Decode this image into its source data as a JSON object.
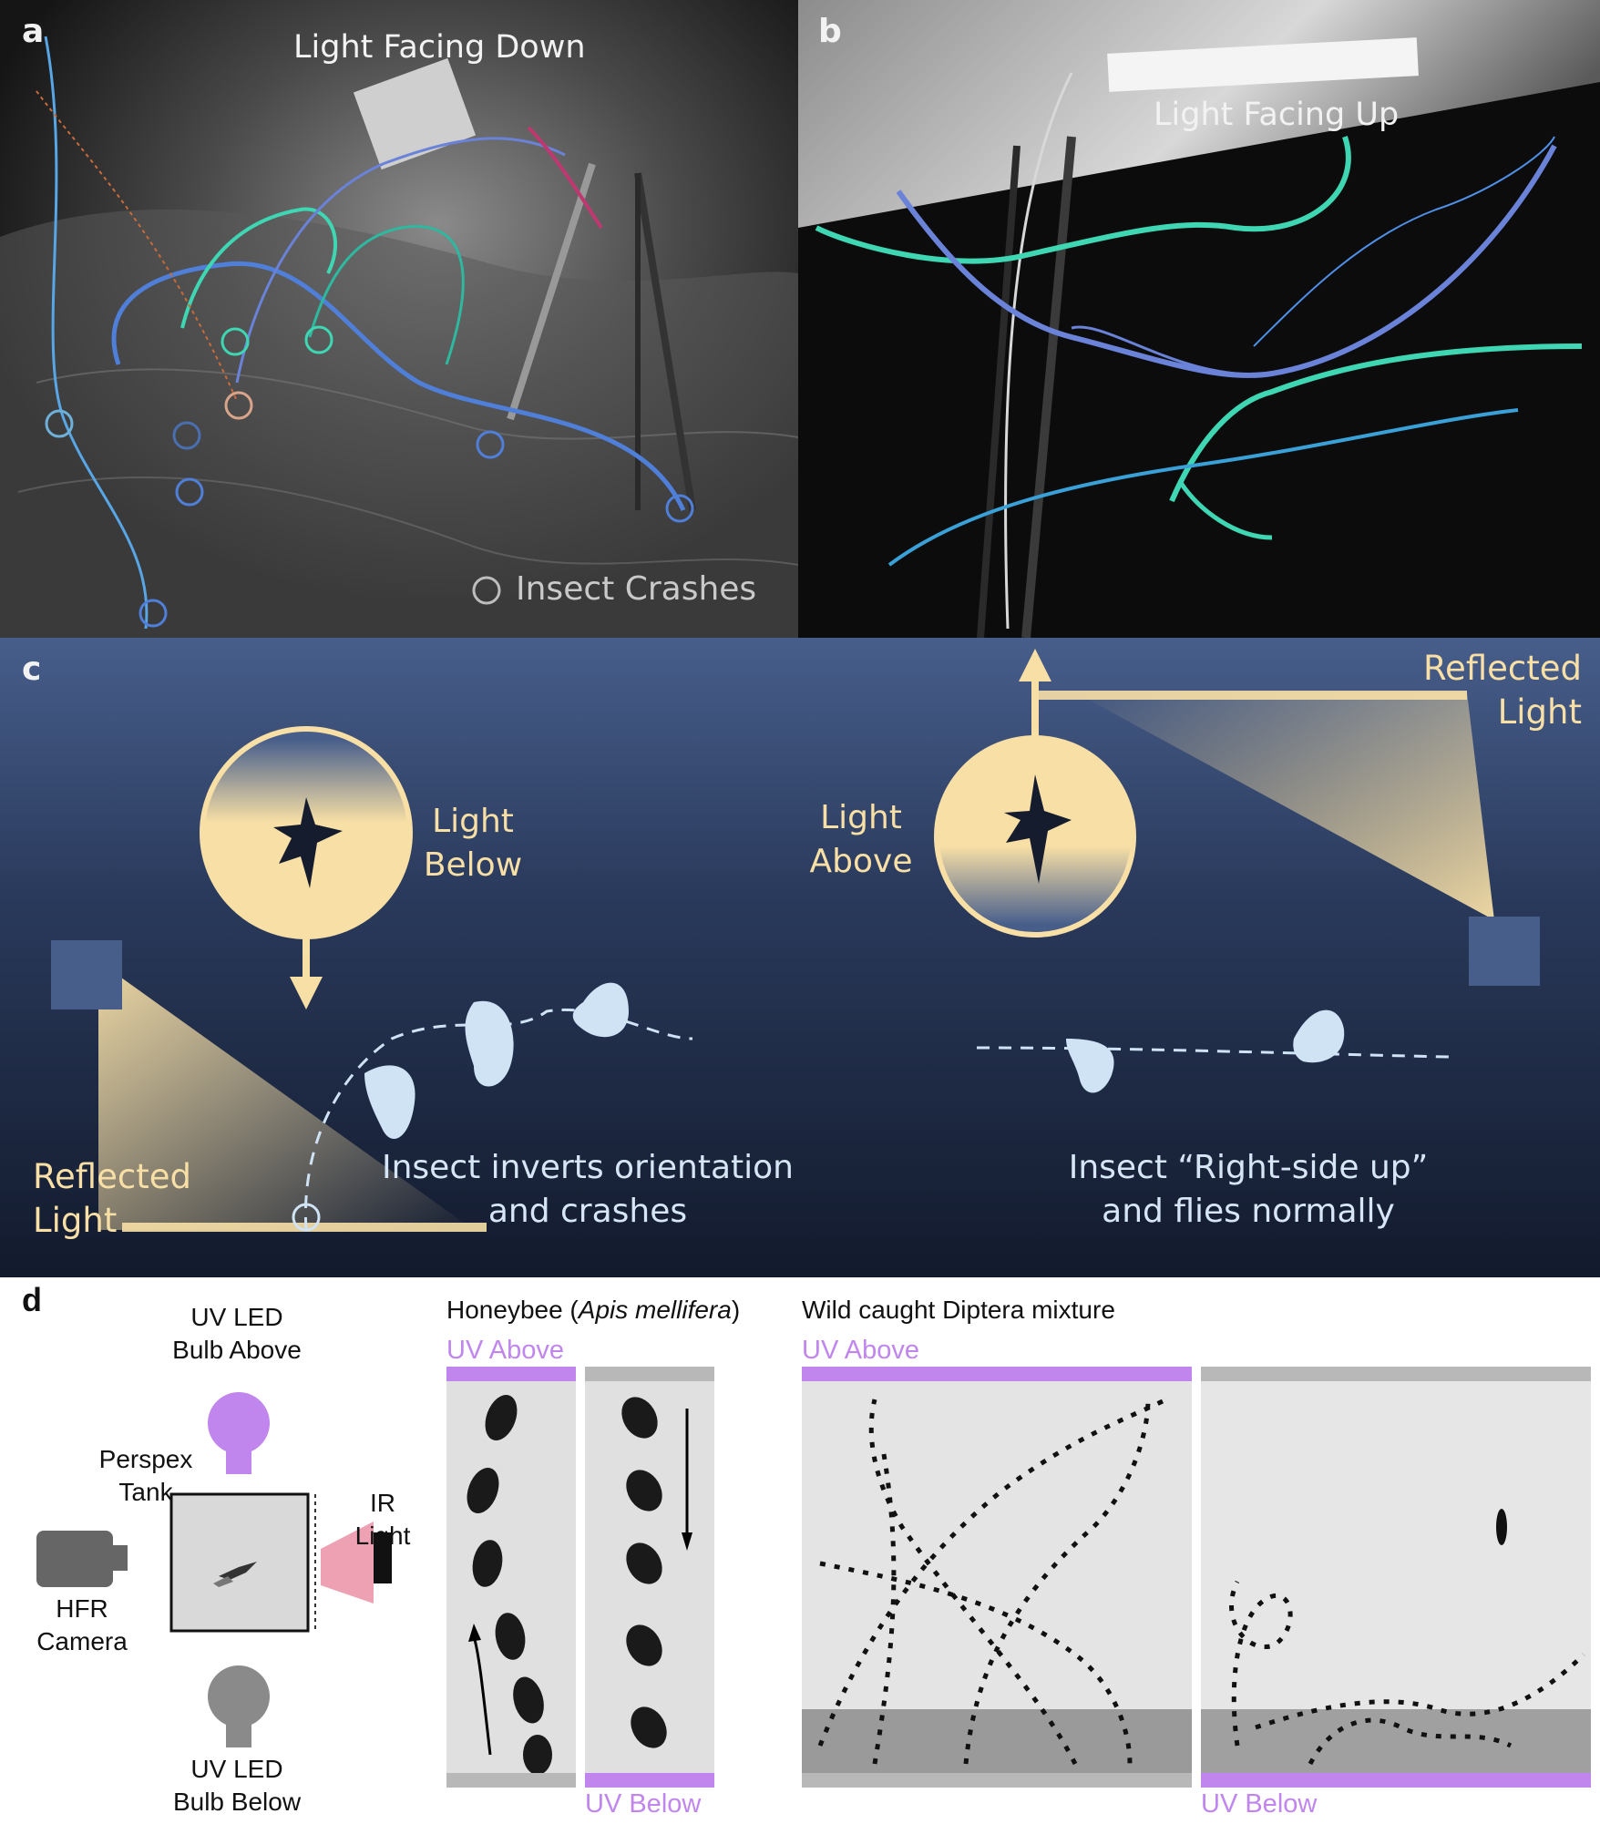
{
  "panels": {
    "a": {
      "letter": "a",
      "light_label": "Light Facing Down",
      "legend_label": "Insect Crashes"
    },
    "b": {
      "letter": "b",
      "light_label": "Light Facing Up"
    },
    "c": {
      "letter": "c",
      "left": {
        "circle_label_1": "Light",
        "circle_label_2": "Below",
        "reflected_1": "Reflected",
        "reflected_2": "Light",
        "caption_1": "Insect inverts orientation",
        "caption_2": "and crashes"
      },
      "right": {
        "circle_label_1": "Light",
        "circle_label_2": "Above",
        "reflected_1": "Reflected",
        "reflected_2": "Light",
        "caption_1": "Insect “Right-side up”",
        "caption_2": "and flies normally"
      }
    },
    "d": {
      "letter": "d",
      "diagram": {
        "uv_above_1": "UV LED",
        "uv_above_2": "Bulb Above",
        "perspex_1": "Perspex",
        "perspex_2": "Tank",
        "ir_1": "IR",
        "ir_2": "Light",
        "hfr_1": "HFR",
        "hfr_2": "Camera",
        "uv_below_1": "UV LED",
        "uv_below_2": "Bulb Below"
      },
      "honeybee": {
        "title_prefix": "Honeybee (",
        "title_species": "Apis mellifera",
        "title_suffix": ")",
        "uv_above": "UV Above",
        "uv_below": "UV Below"
      },
      "diptera": {
        "title": "Wild caught Diptera mixture",
        "uv_above": "UV Above",
        "uv_below": "UV Below"
      }
    }
  },
  "colors": {
    "uv_purple": "#c086ee",
    "cream": "#f7dfa6",
    "navy_top": "#475e8b",
    "navy_bottom": "#121a2c",
    "insect_pale": "#cfe3f5",
    "trace_blue": "#4f7fd8",
    "trace_teal": "#3fd6b3"
  }
}
